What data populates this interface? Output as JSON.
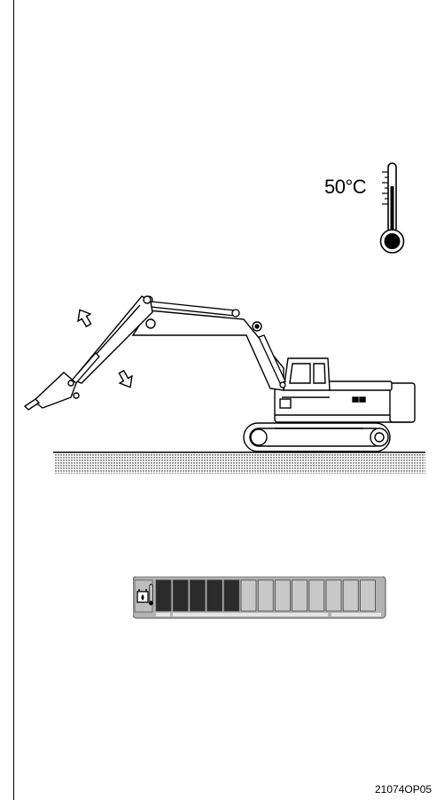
{
  "temperature": {
    "value_text": "50",
    "unit_text": "°C"
  },
  "gauge": {
    "total_segments": 13,
    "filled_segments": 5,
    "fill_color": "#2b2b2b",
    "empty_color": "#c8c8c8",
    "panel_color": "#b3b3b3",
    "icon": "coolant-temperature-icon"
  },
  "figure_code": "21074OP05"
}
